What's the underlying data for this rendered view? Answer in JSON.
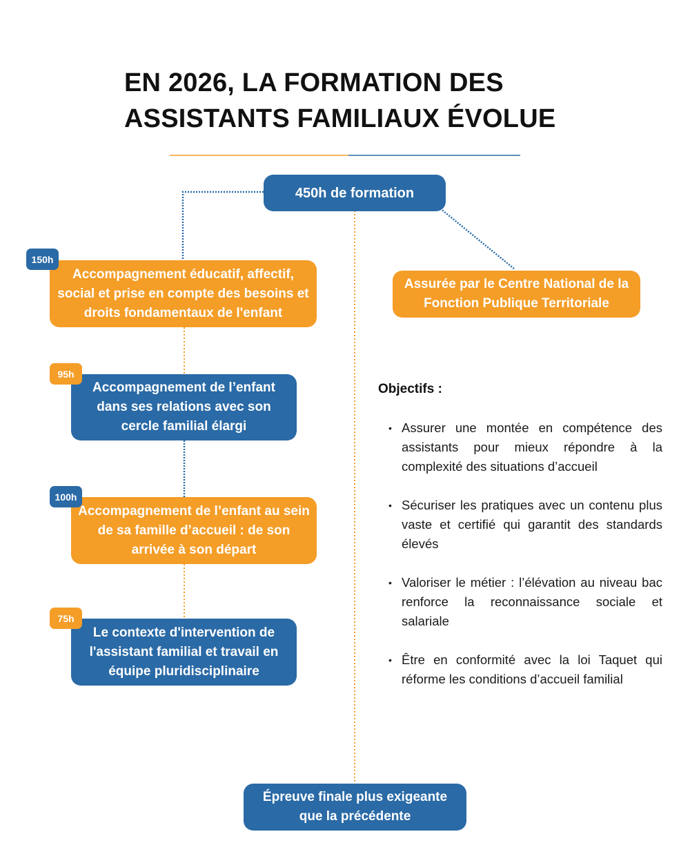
{
  "title": {
    "line1": "EN 2026, LA FORMATION DES",
    "line2": "ASSISTANTS FAMILIAUX ÉVOLUE"
  },
  "colors": {
    "blue": "#2a6aa6",
    "orange": "#f49d27"
  },
  "root": "450h de formation",
  "provider": "Assurée par le Centre National de la Fonction Publique Territoriale",
  "modules": [
    {
      "hours": "150h",
      "label": "Accompagnement éducatif, affectif, social et prise en compte des besoins et droits fondamentaux de l'enfant"
    },
    {
      "hours": "95h",
      "label": "Accompagnement de l’enfant dans ses relations avec son cercle familial élargi"
    },
    {
      "hours": "100h",
      "label": "Accompagnement de l’enfant au sein de sa famille d’accueil : de son arrivée à son départ"
    },
    {
      "hours": "75h",
      "label": "Le contexte d'intervention de l'assistant familial et travail en équipe pluridisciplinaire"
    }
  ],
  "objectives": {
    "title": "Objectifs :",
    "items": [
      "Assurer une montée en compétence des assistants pour mieux répondre à la complexité des situations d’accueil",
      "Sécuriser les pratiques avec un contenu plus vaste et certifié qui garantit des standards élevés",
      "Valoriser le métier : l’élévation au niveau bac renforce la reconnaissance sociale et salariale",
      "Être en conformité avec la loi Taquet qui réforme les conditions d’accueil familial"
    ]
  },
  "final": "Épreuve finale plus exigeante que la précédente"
}
